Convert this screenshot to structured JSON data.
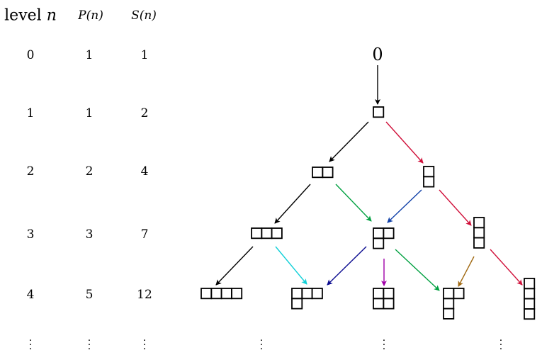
{
  "table": {
    "headers": {
      "level": "level",
      "level_var": "n",
      "p": "P(n)",
      "s": "S(n)"
    },
    "rows": [
      {
        "n": "0",
        "P": "1",
        "S": "1"
      },
      {
        "n": "1",
        "P": "1",
        "S": "2"
      },
      {
        "n": "2",
        "P": "2",
        "S": "4"
      },
      {
        "n": "3",
        "P": "3",
        "S": "7"
      },
      {
        "n": "4",
        "P": "5",
        "S": "12"
      }
    ],
    "continuation": "⋮"
  },
  "lattice": {
    "root_label": "0",
    "partitions": {
      "p1": [
        1
      ],
      "p2": [
        2
      ],
      "p11": [
        1,
        1
      ],
      "p3": [
        3
      ],
      "p21": [
        2,
        1
      ],
      "p111": [
        1,
        1,
        1
      ],
      "p4": [
        4
      ],
      "p31": [
        3,
        1
      ],
      "p22": [
        2,
        2
      ],
      "p211": [
        2,
        1,
        1
      ],
      "p1111": [
        1,
        1,
        1,
        1
      ]
    },
    "edges": [
      {
        "from": "root",
        "to": "p1",
        "color": "#000000"
      },
      {
        "from": "p1",
        "to": "p2",
        "color": "#000000"
      },
      {
        "from": "p1",
        "to": "p11",
        "color": "#d0103a"
      },
      {
        "from": "p2",
        "to": "p3",
        "color": "#000000"
      },
      {
        "from": "p2",
        "to": "p21",
        "color": "#00a040"
      },
      {
        "from": "p11",
        "to": "p21",
        "color": "#1040a8"
      },
      {
        "from": "p11",
        "to": "p111",
        "color": "#d0103a"
      },
      {
        "from": "p3",
        "to": "p4",
        "color": "#000000"
      },
      {
        "from": "p3",
        "to": "p31",
        "color": "#10d0d8"
      },
      {
        "from": "p21",
        "to": "p31",
        "color": "#0c0c90"
      },
      {
        "from": "p21",
        "to": "p22",
        "color": "#a000a8"
      },
      {
        "from": "p21",
        "to": "p211",
        "color": "#00a040"
      },
      {
        "from": "p111",
        "to": "p211",
        "color": "#a06810"
      },
      {
        "from": "p111",
        "to": "p1111",
        "color": "#d0103a"
      }
    ],
    "continuation": "⋮"
  }
}
